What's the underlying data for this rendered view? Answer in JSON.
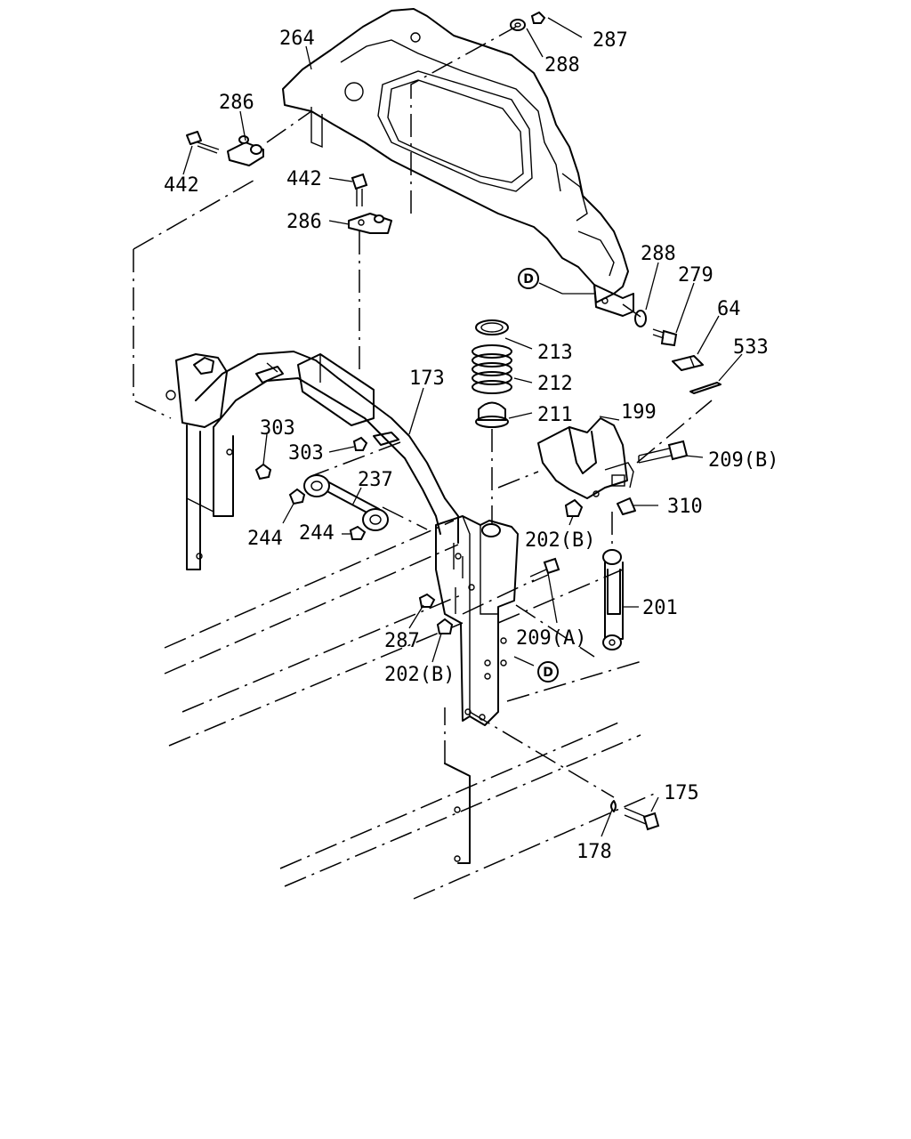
{
  "labels": {
    "p264": "264",
    "p287_top": "287",
    "p288_top": "288",
    "p286_left": "286",
    "p442_left": "442",
    "p442_mid": "442",
    "p286_mid": "286",
    "p288_right": "288",
    "p279": "279",
    "p64": "64",
    "p533": "533",
    "p213": "213",
    "p212": "212",
    "p211": "211",
    "p199": "199",
    "p173": "173",
    "p303_a": "303",
    "p303_b": "303",
    "p237": "237",
    "p209b": "209(B)",
    "p310": "310",
    "p244_a": "244",
    "p244_b": "244",
    "p202b_upper": "202(B)",
    "p201": "201",
    "p287_mid": "287",
    "p209a": "209(A)",
    "p202b_lower": "202(B)",
    "p175": "175",
    "p178": "178"
  },
  "refs": {
    "ref_d_upper": "D",
    "ref_d_lower": "D"
  }
}
